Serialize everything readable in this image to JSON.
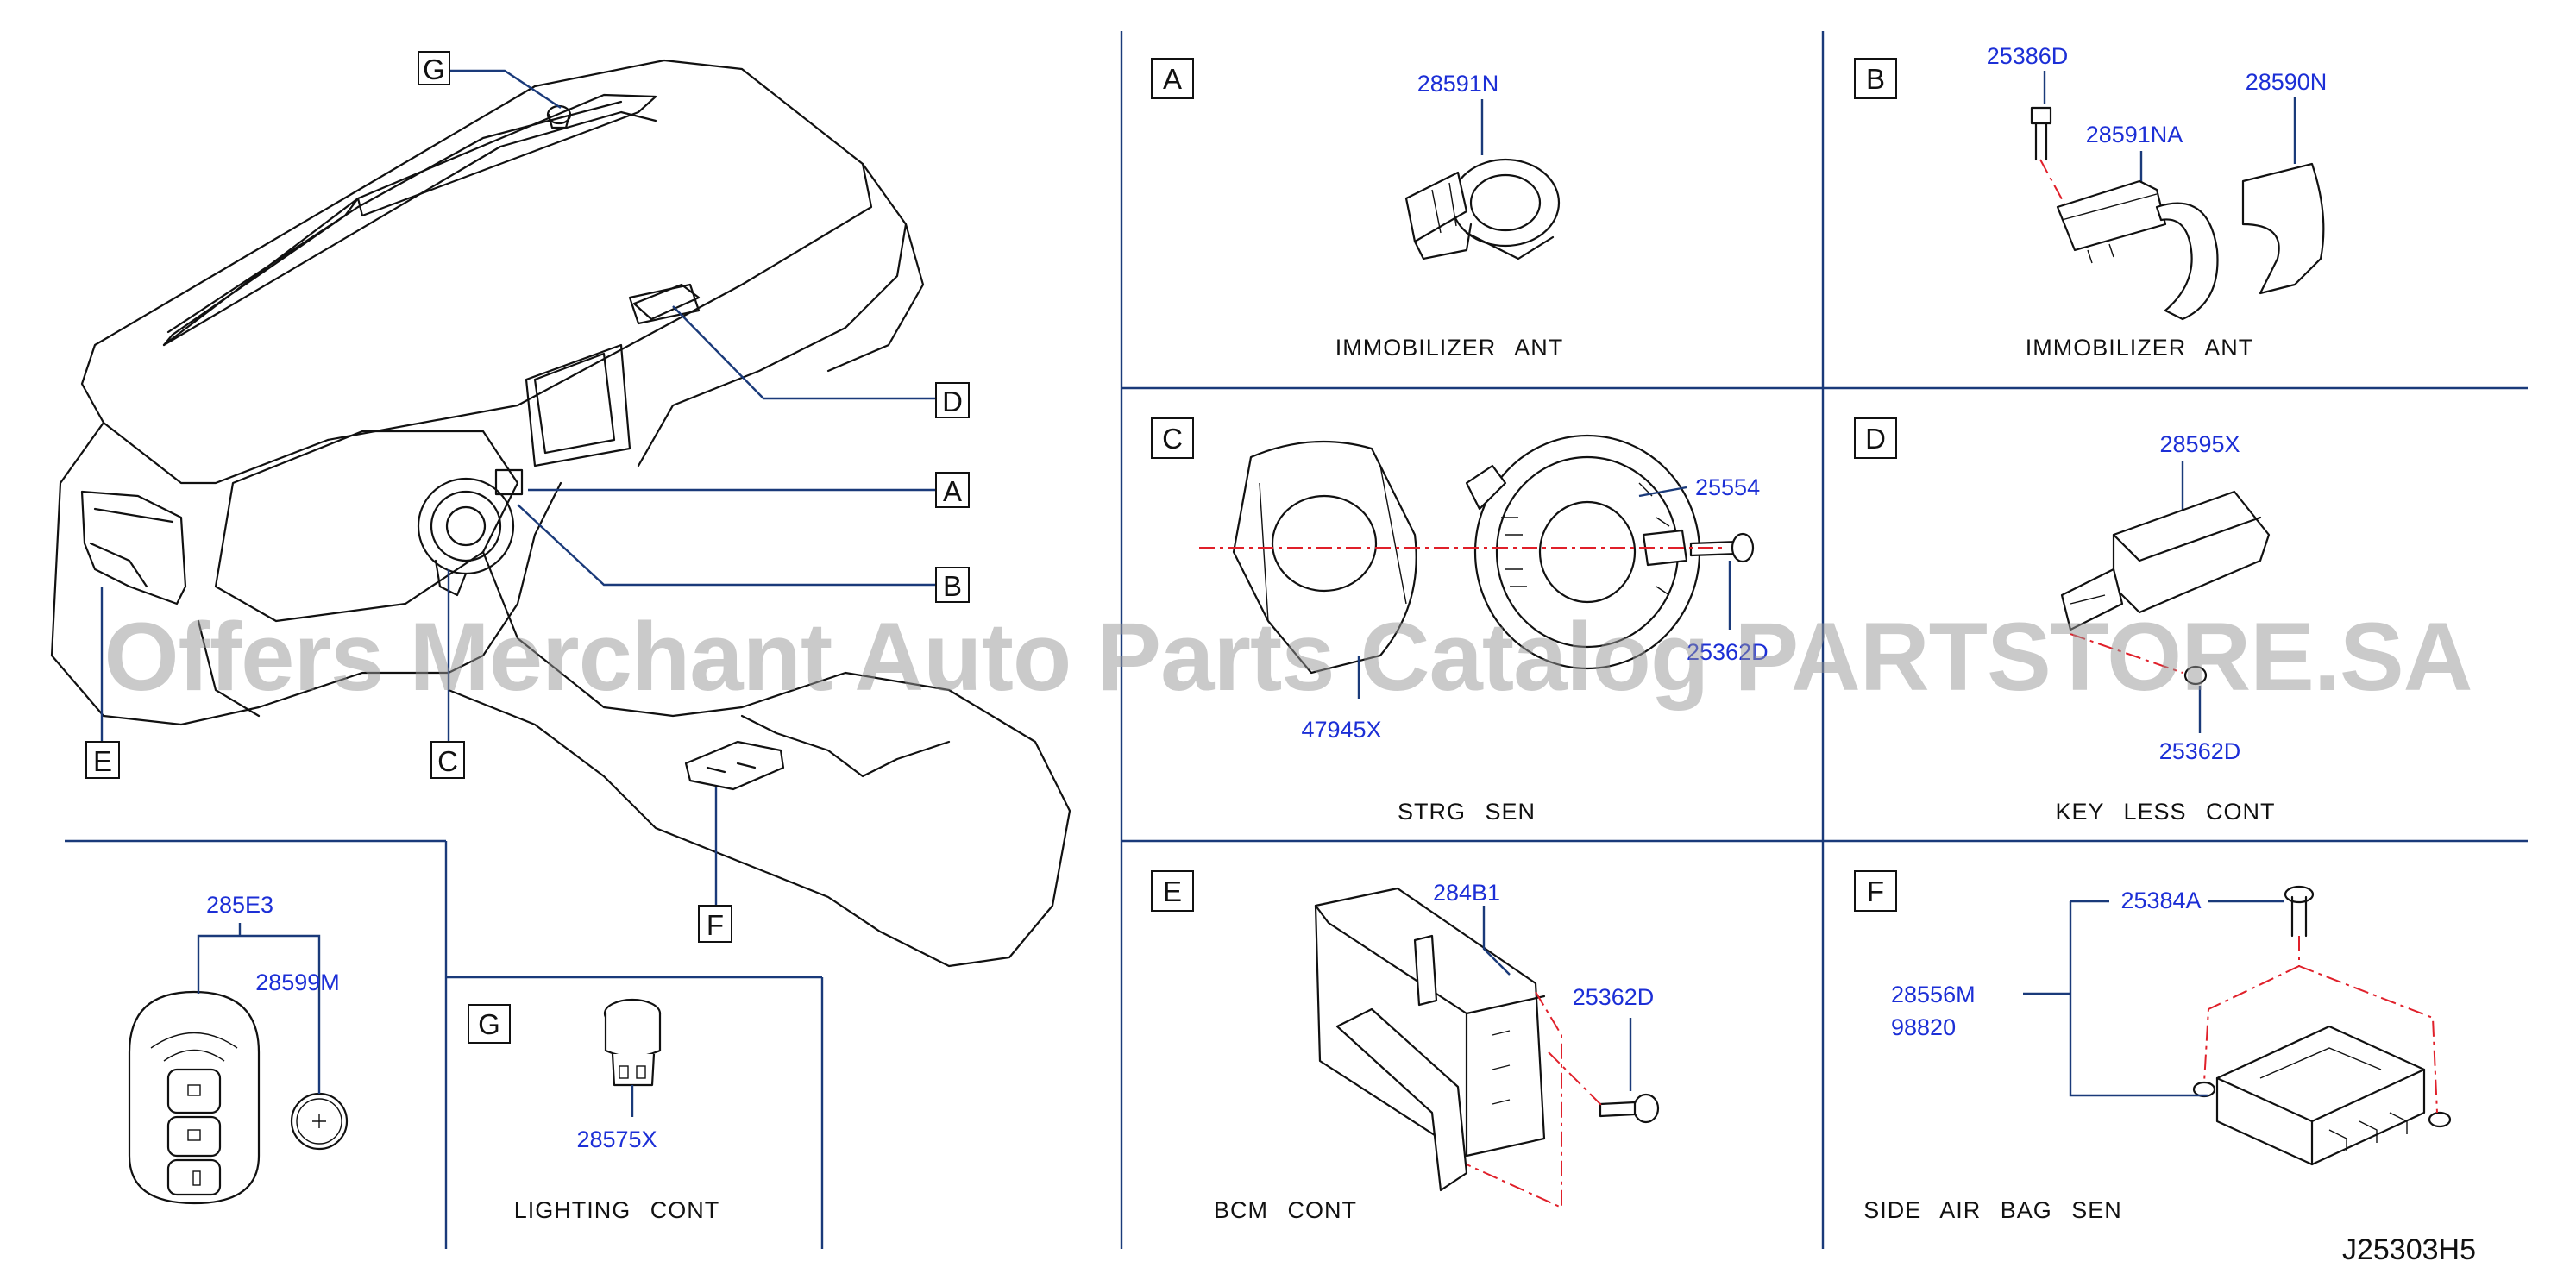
{
  "watermark": "Offers Merchant Auto Parts Catalog PARTSTORE.SA",
  "diagram_code": "J25303H5",
  "overview": {
    "callouts": [
      "G",
      "D",
      "A",
      "B",
      "E",
      "C",
      "F"
    ]
  },
  "panels": {
    "A": {
      "letter": "A",
      "caption": "IMMOBILIZER ANT",
      "parts": [
        "28591N"
      ]
    },
    "B": {
      "letter": "B",
      "caption": "IMMOBILIZER ANT",
      "parts": [
        "25386D",
        "28591NA",
        "28590N"
      ]
    },
    "C": {
      "letter": "C",
      "caption": "STRG SEN",
      "parts": [
        "25554",
        "25362D",
        "47945X"
      ]
    },
    "D": {
      "letter": "D",
      "caption": "KEY LESS CONT",
      "parts": [
        "28595X",
        "25362D"
      ]
    },
    "E": {
      "letter": "E",
      "caption": "BCM CONT",
      "parts": [
        "284B1",
        "25362D"
      ]
    },
    "F": {
      "letter": "F",
      "caption": "SIDE AIR BAG SEN",
      "parts": [
        "25384A",
        "28556M",
        "98820"
      ]
    },
    "G": {
      "letter": "G",
      "caption": "LIGHTING CONT",
      "parts": [
        "28575X"
      ]
    },
    "key": {
      "parts": [
        "285E3",
        "28599M"
      ]
    }
  },
  "colors": {
    "part_number": "#1c2fd6",
    "frame_line": "#1a3a7a",
    "centerline": "#e0202a"
  }
}
